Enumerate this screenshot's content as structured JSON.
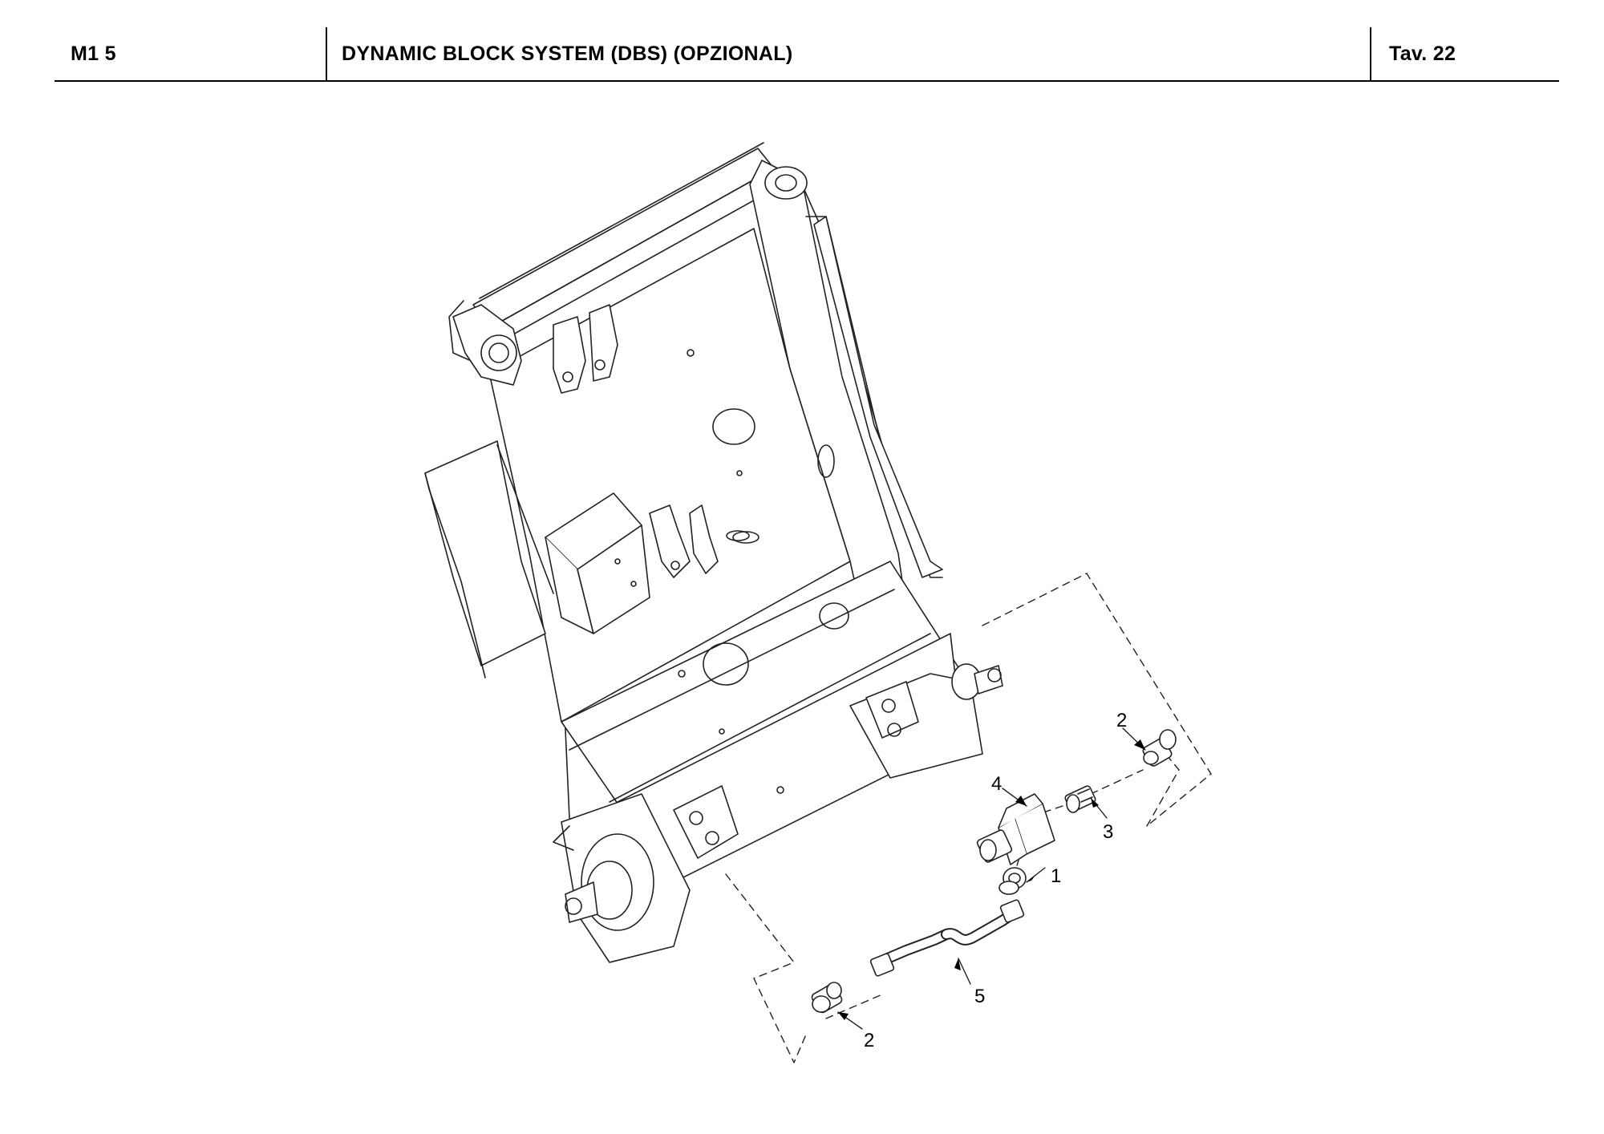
{
  "header": {
    "code": "M1 5",
    "title": "DYNAMIC BLOCK SYSTEM (DBS) (OPZIONAL)",
    "table_ref": "Tav.  22"
  },
  "callouts": {
    "c1": "1",
    "c2a": "2",
    "c2b": "2",
    "c3": "3",
    "c4": "4",
    "c5": "5"
  }
}
